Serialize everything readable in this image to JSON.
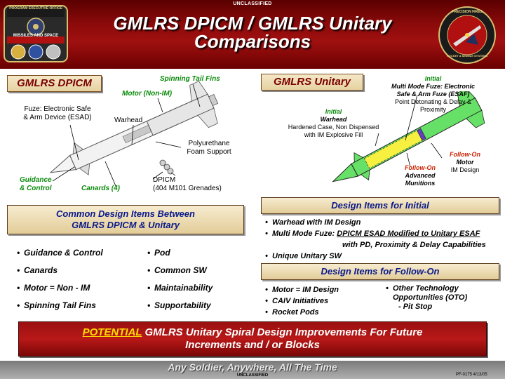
{
  "header": {
    "classification_top": "UNCLASSIFIED",
    "title_line1": "GMLRS DPICM / GMLRS Unitary",
    "title_line2": "Comparisons",
    "badge_left_top": "PROGRAM EXECUTIVE OFFICE",
    "badge_left_bottom": "MISSILES AND SPACE",
    "badge_right_top": "PRECISION FIRES",
    "badge_right_bottom": "ROCKET & MISSILE SYSTEMS"
  },
  "dpicm": {
    "label": "GMLRS DPICM",
    "spinning_fins": "Spinning Tail Fins",
    "motor": "Motor (Non-IM)",
    "fuze_line1": "Fuze: Electronic Safe",
    "fuze_line2": "& Arm Device (ESAD)",
    "warhead": "Warhead",
    "polyurethane_line1": "Polyurethane",
    "polyurethane_line2": "Foam Support",
    "dpicm_line1": "DPICM",
    "dpicm_line2": "(404 M101 Grenades)",
    "guidance_line1": "Guidance",
    "guidance_line2": "& Control",
    "canards": "Canards (4)"
  },
  "unitary": {
    "label": "GMLRS Unitary",
    "initial_fuze_head": "Initial",
    "initial_fuze_line1": "Multi Mode Fuze: Electronic",
    "initial_fuze_line2": "Safe & Arm Fuze (ESAF)",
    "initial_fuze_line3": "Point Detonating & Delay &",
    "initial_fuze_line4": "Proximity",
    "initial_warhead_head": "Initial",
    "initial_warhead_line1": "Warhead",
    "initial_warhead_line2": "Hardened Case, Non Dispensed",
    "initial_warhead_line3": "with IM Explosive Fill",
    "followon_motor_head": "Follow-On",
    "followon_motor_line1": "Motor",
    "followon_motor_line2": "IM Design",
    "followon_munitions_head": "Follow-On",
    "followon_munitions_line1": "Advanced",
    "followon_munitions_line2": "Munitions"
  },
  "common": {
    "heading_line1": "Common Design Items Between",
    "heading_line2": "GMLRS DPICM & Unitary",
    "col1": [
      "Guidance & Control",
      "Canards",
      "Motor = Non - IM",
      "Spinning Tail Fins"
    ],
    "col2": [
      "Pod",
      "Common SW",
      "Maintainability",
      "Supportability"
    ]
  },
  "design_initial": {
    "heading": "Design Items for Initial",
    "item1": "Warhead with IM Design",
    "item2_prefix": "Multi Mode Fuze: ",
    "item2_link": "DPICM ESAD Modified to Unitary ESAF",
    "item2_cont": "with PD, Proximity & Delay Capabilities",
    "item3": "Unique Unitary SW"
  },
  "design_followon": {
    "heading": "Design Items for Follow-On",
    "col1": [
      "Motor = IM Design",
      "CAIV Initiatives",
      "Rocket Pods"
    ],
    "col2_line1": "Other Technology",
    "col2_line2": "Opportunities (OTO)",
    "col2_line3": "-  Pit Stop"
  },
  "potential": {
    "highlight": "POTENTIAL",
    "line1_rest": " GMLRS Unitary Spiral Design Improvements For Future",
    "line2": "Increments and / or Blocks"
  },
  "footer": {
    "slogan": "Any Soldier, Anywhere, All The Time",
    "classification_bottom": "UNCLASSIFIED",
    "pf_number": "PF-0175  4/13/05"
  },
  "colors": {
    "banner_red": "#a01010",
    "green_text": "#0a8a0a",
    "red_text": "#cc2200",
    "navy_heading": "#0a1a8a"
  }
}
